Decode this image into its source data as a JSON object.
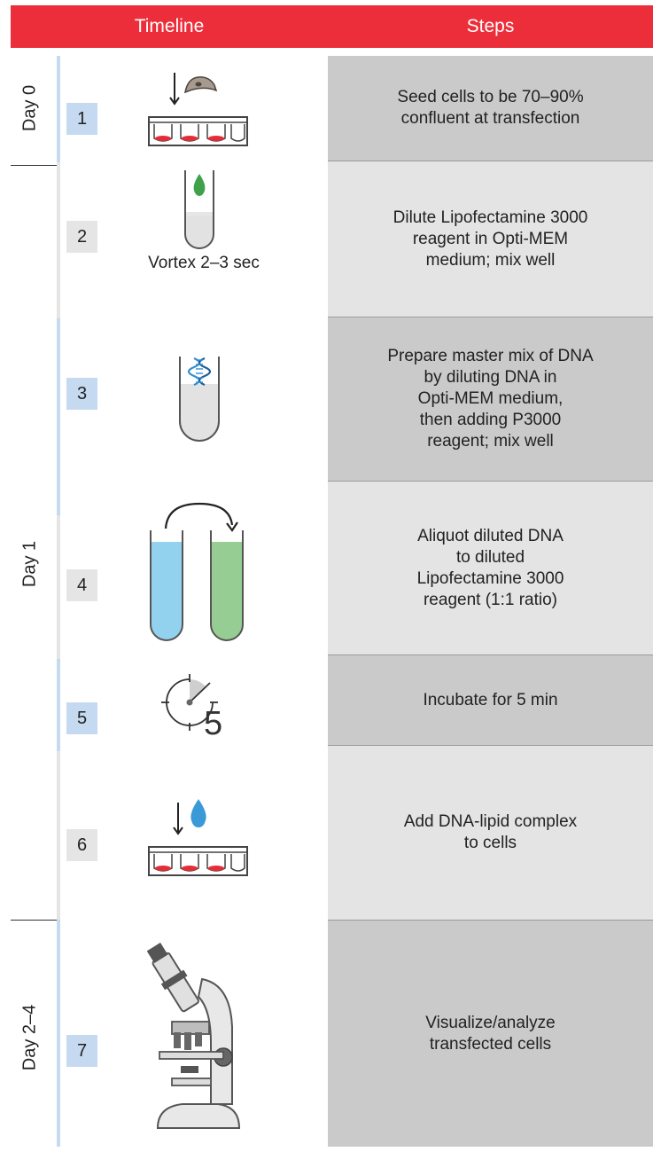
{
  "header": {
    "timeline": "Timeline",
    "steps": "Steps"
  },
  "days": {
    "day0": "Day 0",
    "day1": "Day 1",
    "day2_4": "Day 2–4"
  },
  "steps": [
    {
      "num": "1",
      "text": "Seed cells to be 70–90%\nconfluent at transfection",
      "icon": "cell-seeding-plate-icon"
    },
    {
      "num": "2",
      "text": "Dilute Lipofectamine 3000\nreagent in Opti-MEM\nmedium; mix well",
      "icon": "tube-green-drop-icon",
      "icon_caption": "Vortex 2–3 sec"
    },
    {
      "num": "3",
      "text": "Prepare master mix of DNA\nby diluting DNA in\nOpti-MEM medium,\nthen adding P3000\nreagent; mix well",
      "icon": "tube-dna-icon"
    },
    {
      "num": "4",
      "text": "Aliquot diluted DNA\nto diluted\nLipofectamine 3000\nreagent (1:1 ratio)",
      "icon": "two-tubes-transfer-icon"
    },
    {
      "num": "5",
      "text": "Incubate for 5 min",
      "icon": "timer-icon",
      "icon_label": "5"
    },
    {
      "num": "6",
      "text": "Add DNA-lipid complex\nto cells",
      "icon": "drop-into-plate-icon"
    },
    {
      "num": "7",
      "text": "Visualize/analyze\ntransfected cells",
      "icon": "microscope-icon"
    }
  ],
  "colors": {
    "header_red": "#ec2e3a",
    "blue_light": "#c5d9f0",
    "gray_light": "#e5e5e5",
    "box_dark": "#cacaca",
    "box_light": "#e4e4e4",
    "media_blue": "#92d2ef",
    "media_green": "#96cd92",
    "well_red": "#e52d38"
  }
}
